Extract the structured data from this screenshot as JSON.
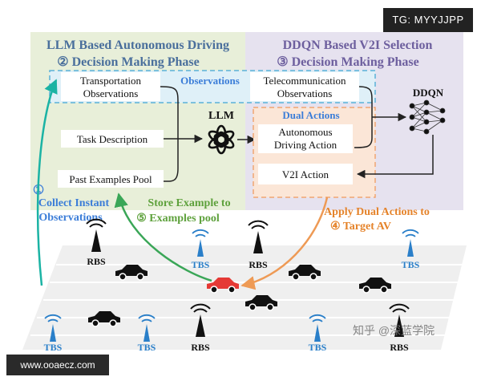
{
  "colors": {
    "llm_panel": "#e8efd9",
    "ddqn_panel": "#e6e2ef",
    "title_blue": "#4a6f9c",
    "title_purple": "#6d5f9e",
    "observations_box": "#5ab1d8",
    "observations_fill": "#dff0f8",
    "dual_actions_fill": "#fbe6d7",
    "dual_actions_border": "#f0a572",
    "label_blue": "#3b7dd8",
    "label_green": "#5ea13c",
    "label_orange": "#e5832a",
    "arrow_teal": "#1bb3a4",
    "arrow_green": "#3aa657",
    "arrow_orange": "#ee9a55",
    "road": "#efefef",
    "tbs_blue": "#2a7fc9",
    "car_red": "#e53935"
  },
  "left_panel": {
    "title_line1": "LLM Based Autonomous Driving",
    "title_line2": "② Decision Making Phase"
  },
  "right_panel": {
    "title_line1": "DDQN Based V2I Selection",
    "title_line2": "③ Decision Making Phase"
  },
  "observations": {
    "label": "Observations",
    "transport_line1": "Transportation",
    "transport_line2": "Observations",
    "telecom_line1": "Telecommunication",
    "telecom_line2": "Observations"
  },
  "task_description": "Task Description",
  "past_examples": "Past Examples Pool",
  "llm": {
    "label": "LLM",
    "icon": "openai-logo-icon"
  },
  "ddqn": {
    "label": "DDQN",
    "icon": "neural-network-icon"
  },
  "dual_actions": {
    "label": "Dual Actions",
    "driving_line1": "Autonomous",
    "driving_line2": "Driving Action",
    "v2i": "V2I  Action"
  },
  "steps": {
    "collect_num": "①",
    "collect_line1": "Collect Instant",
    "collect_line2": "Observations",
    "store_line1": "Store Example to",
    "store_line2": "⑤ Examples pool",
    "apply_line1": "Apply Dual Actions to",
    "apply_line2": "④       Target AV"
  },
  "stations": {
    "rbs": "RBS",
    "tbs": "TBS"
  },
  "watermarks": {
    "tg": "TG: MYYJJPP",
    "site": "www.ooaecz.com",
    "zhihu": "知乎 @深蓝学院"
  }
}
